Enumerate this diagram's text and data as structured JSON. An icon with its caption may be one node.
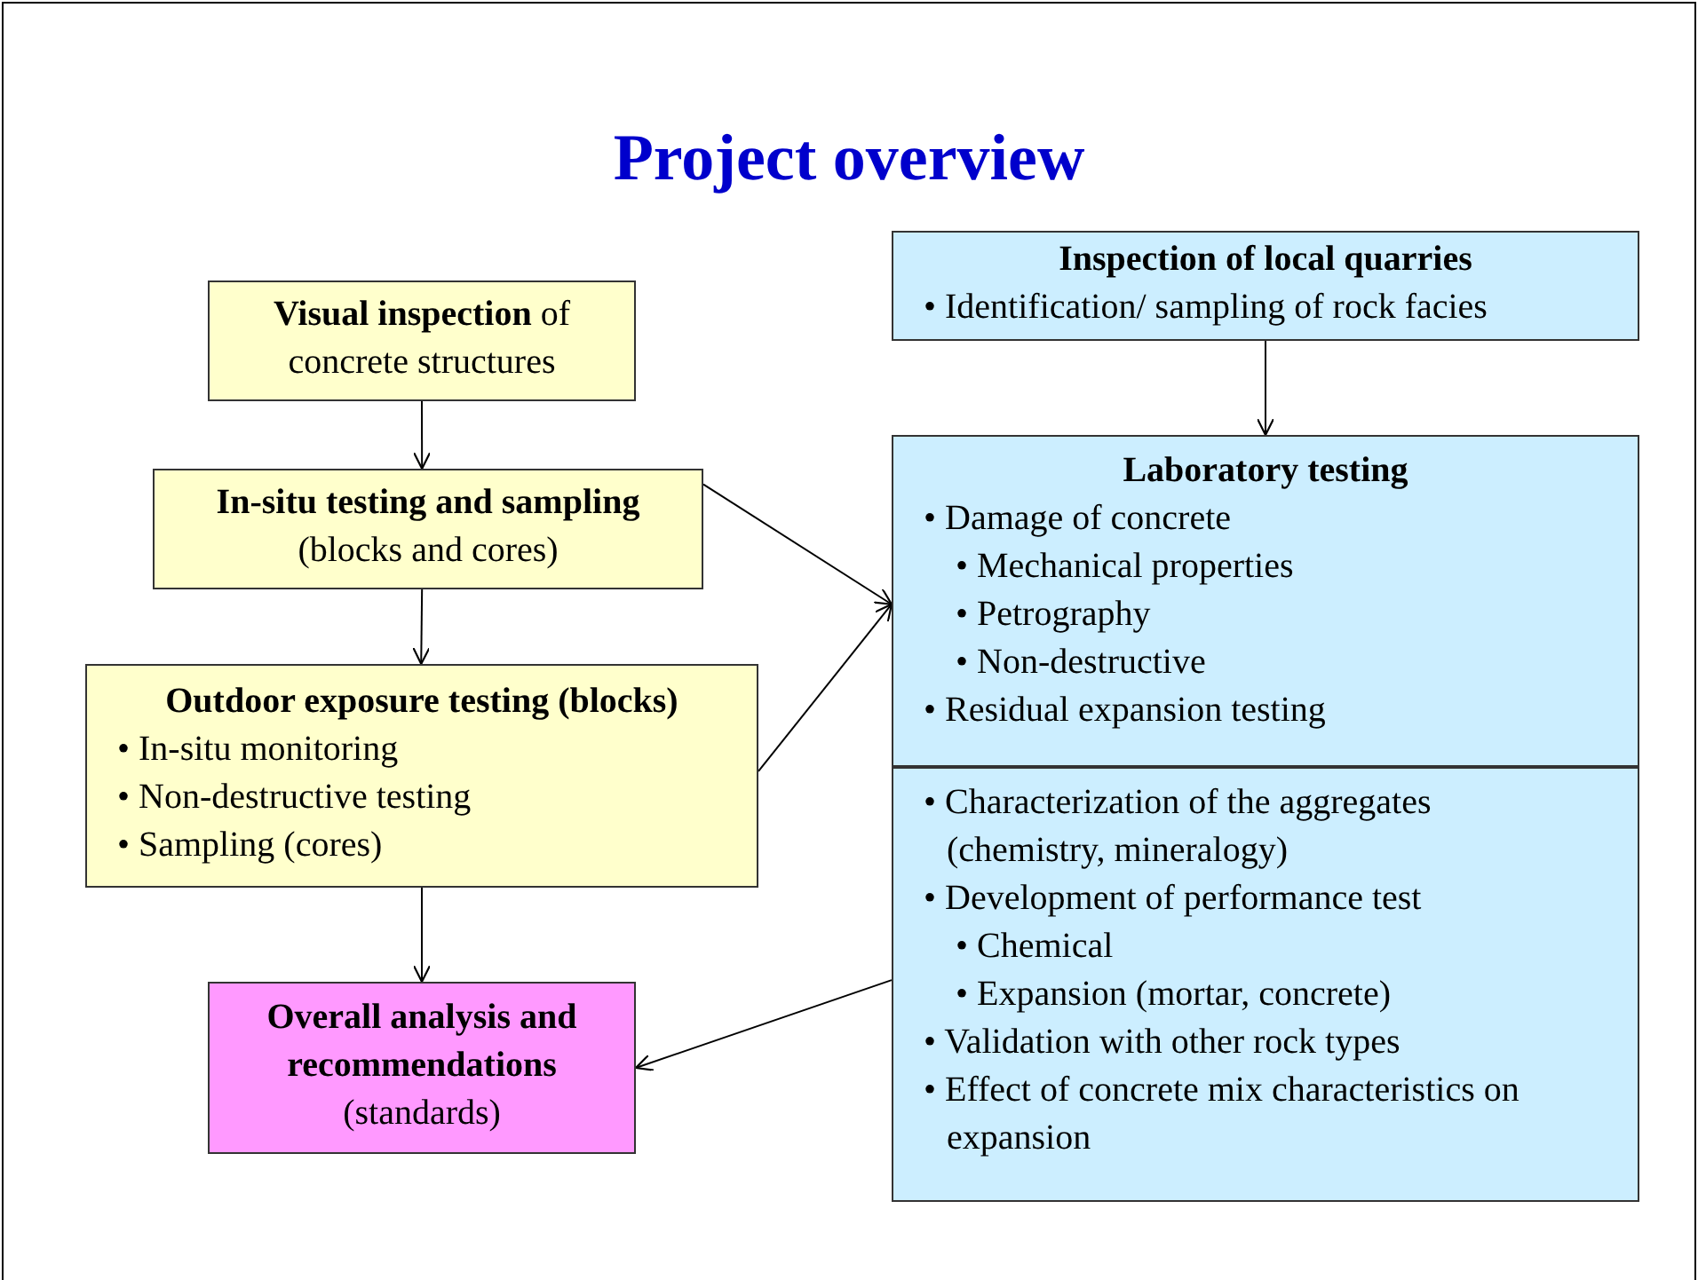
{
  "diagram": {
    "title": "Project overview",
    "nodes": [
      {
        "text": [
          "**Visual inspection** of concrete structures"
        ]
      },
      {
        "text": [
          "In-situ testing and sampling",
          "(blocks and cores)"
        ]
      },
      {
        "text": [
          "Outdoor exposure testing (blocks)",
          "• In-situ monitoring",
          "• Non-destructive testing",
          "• Sampling (cores)"
        ]
      },
      {
        "text": [
          "Overall analysis and recommendations",
          "(standards)"
        ]
      },
      {
        "text": [
          "Inspection of local quarries",
          "• Identification/ sampling of rock facies"
        ]
      },
      {
        "text": [
          "Laboratory testing",
          "• Damage of concrete",
          "• Mechanical properties",
          "• Petrography",
          "• Non-destructive",
          "• Residual expansion testing"
        ]
      },
      {
        "text": [
          "• Characterization of the aggregates (chemistry, mineralogy)",
          "• Development of performance test",
          "• Chemical",
          "• Expansion (mortar, concrete)",
          "• Validation with other rock types",
          "• Effect of concrete mix characteristics on expansion"
        ]
      }
    ],
    "edges": [
      {
        "from": 0,
        "to": 1,
        "arrow": "to"
      },
      {
        "from": 1,
        "to": 2,
        "arrow": "to"
      },
      {
        "from": 2,
        "to": 3,
        "arrow": "to"
      },
      {
        "from": 4,
        "to": 5,
        "arrow": "to"
      },
      {
        "from": 1,
        "to": 5,
        "arrow": "to"
      },
      {
        "from": 2,
        "to": 5,
        "arrow": "to"
      },
      {
        "from": 6,
        "to": 3,
        "arrow": "to"
      }
    ]
  }
}
